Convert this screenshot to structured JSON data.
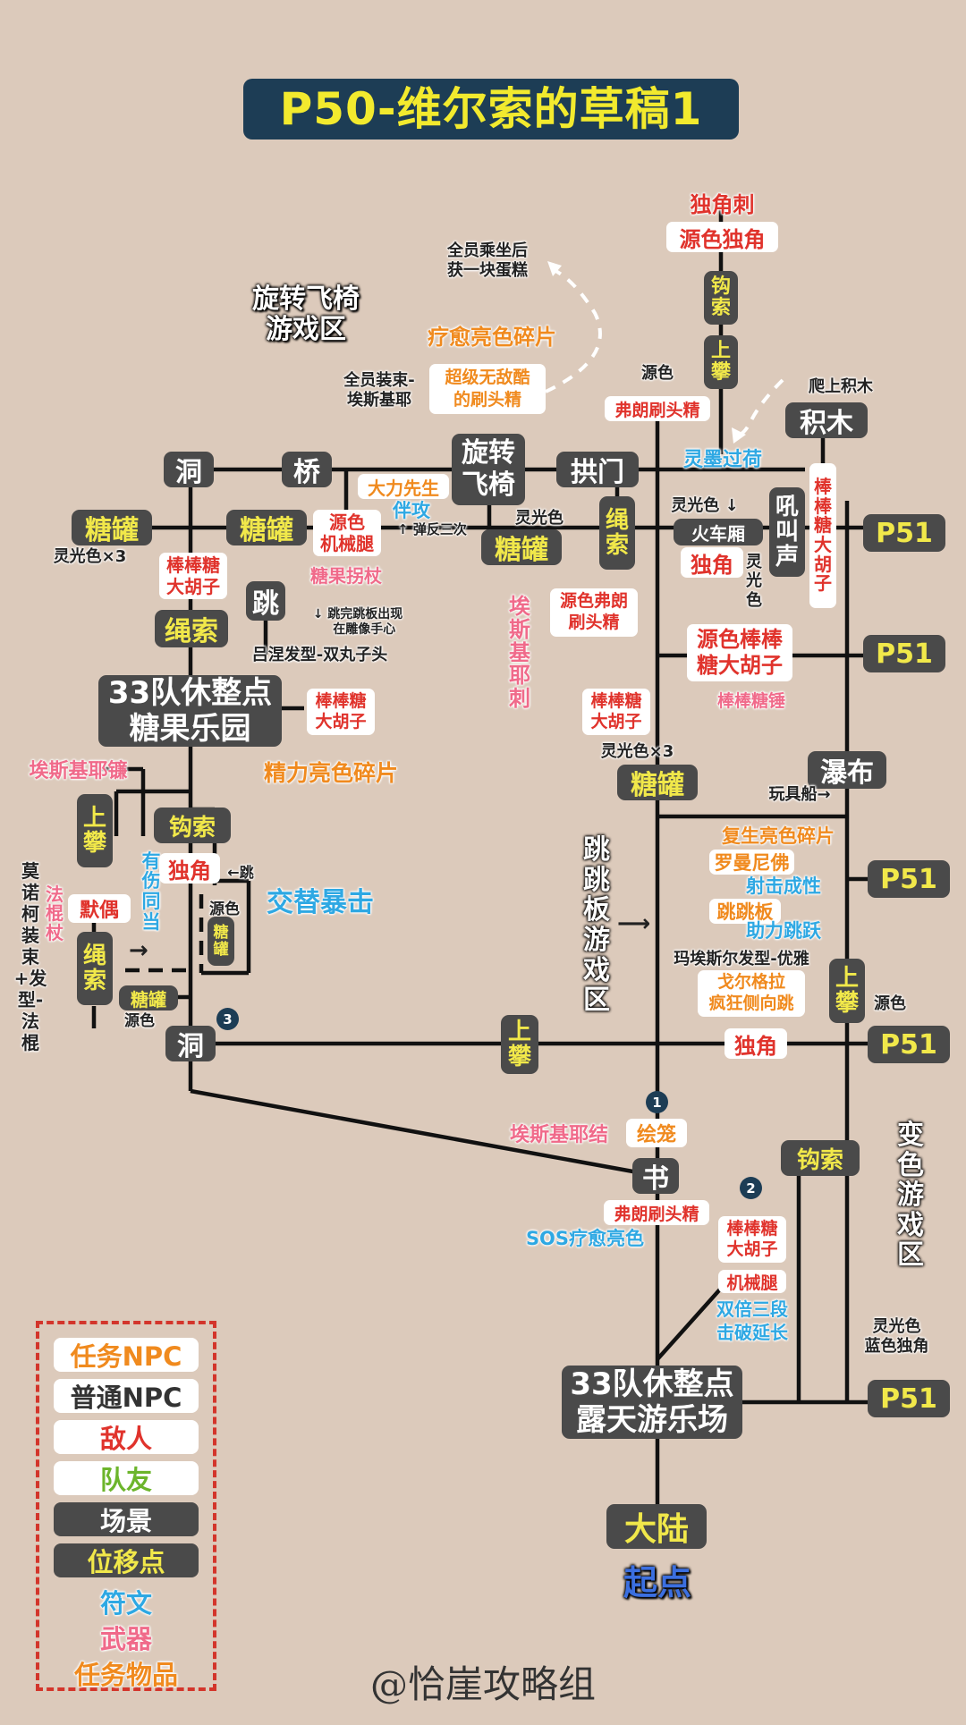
{
  "title": "P50-维尔索的草稿1",
  "credit": "@恰崖攻略组",
  "zones": {
    "spin": "旋转飞椅\n游戏区",
    "jump": "跳跳板游戏区",
    "color": "变色游戏区",
    "alt": "交替暴击"
  },
  "scenes": {
    "dong1": "洞",
    "qiao": "桥",
    "xuanzhuan": "旋转\n飞椅",
    "gongmen": "拱门",
    "tangguan1": "糖罐",
    "tangguan2": "糖罐",
    "tangguan3": "糖罐",
    "tangguan4": "糖罐",
    "jimu": "积木",
    "houjiao": "吼叫声",
    "tiao": "跳",
    "camp1": "33队休整点\n糖果乐园",
    "pubu": "瀑布",
    "dong2": "洞",
    "shu": "书",
    "camp2": "33队休整点\n露天游乐场",
    "dalu": "大陆",
    "huoche": "火车厢"
  },
  "points": {
    "p51_1": "P51",
    "p51_2": "P51",
    "p51_3": "P51",
    "p51_4": "P51",
    "p51_5": "P51",
    "sheng1": "绳索",
    "sheng2": "绳索",
    "sheng3": "绳索",
    "shang1": "上攀",
    "shang2": "上攀",
    "shang3": "上攀",
    "shang4": "上攀",
    "gou1": "钩索",
    "gou2": "钩索",
    "gou3": "钩索",
    "tangguan_small": "糖罐"
  },
  "enemies": {
    "yuanse_dujiao": "源色独角",
    "fulang1": "弗朗刷头精",
    "bangbang1": "棒棒糖大胡子",
    "yuanse_jixie": "源色\n机械腿",
    "bangbang2": "棒棒糖\n大胡子",
    "dujiao1": "独角",
    "yuanse_fulang": "源色弗朗\n刷头精",
    "yuanse_bangbang": "源色棒棒\n糖大胡子",
    "bangbang3": "棒棒糖\n大胡子",
    "bangbang4": "棒棒糖\n大胡子",
    "dujiao2": "独角",
    "moou": "默偶",
    "dujiao3": "独角",
    "fulang2": "弗朗刷头精",
    "bangbang5": "棒棒糖\n大胡子",
    "jixietui": "机械腿"
  },
  "quest": {
    "zhiyu": "疗愈亮色碎片",
    "chaoji": "超级无敌酷\n的刷头精",
    "dali": "大力先生",
    "jingli": "精力亮色碎片",
    "fusheng": "复生亮色碎片",
    "luoman": "罗曼尼佛",
    "tiaoban": "跳跳板",
    "geer": "戈尔格拉\n疯狂侧向跳",
    "huilong": "绘笼"
  },
  "pink": {
    "dujiaoci": "独角刺",
    "tangguaizhang": "糖果拐杖",
    "aisi1": "埃斯基耶刺",
    "aisi2": "埃斯基耶镰",
    "bangbangtangchui": "棒棒糖锤",
    "fashen": "法棍杖",
    "aisi3": "埃斯基耶结",
    "pirate": "莫诺柯装束+发型-法棍"
  },
  "runes": {
    "lingqiang": "灵墨过荷",
    "banggong": "伴攻",
    "youshang": "有伤同当",
    "sheji": "射击成性",
    "zhuli": "助力跳跃",
    "sos": "SOS疗愈亮色",
    "shuangbei": "双倍三段\n击破延长"
  },
  "notes": {
    "quanyuan": "全员乘坐后\n获一块蛋糕",
    "zhuangshu": "全员装束-\n埃斯基耶",
    "yuanse1": "源色",
    "pa": "爬上积木",
    "lingguang1": "灵光色",
    "lingguang2": "灵光色 ↓",
    "lingguang3": "灵光色×3",
    "lingguang4": "灵光色×3",
    "tanfan": "↑ 弹反三次",
    "tiaowan": "↓ 跳完跳板出现\n   在雕像手心",
    "lvnie": "吕涅发型-双丸子头",
    "lingguang_v": "灵光色",
    "wanju": "玩具船→",
    "maisi": "玛埃斯尔发型-优雅",
    "yuanse2": "源色",
    "yuanse3": "源色",
    "yuanse4": "源色",
    "tiao_arrow": "←跳",
    "lingguang5": "灵光色\n蓝色独角"
  },
  "legend": [
    "任务NPC",
    "普通NPC",
    "敌人",
    "队友",
    "场景",
    "位移点",
    "符文",
    "武器",
    "任务物品"
  ],
  "circles": [
    "1",
    "2",
    "3"
  ],
  "colors": {
    "scene": "#4a4a4a",
    "point_text": "#f1e84a",
    "enemy": "#e0332c",
    "quest": "#f08a1e",
    "rune": "#2ea8e3",
    "weapon": "#f06a8a",
    "ally": "#6cb52b",
    "title_bg": "#1d3d55"
  }
}
